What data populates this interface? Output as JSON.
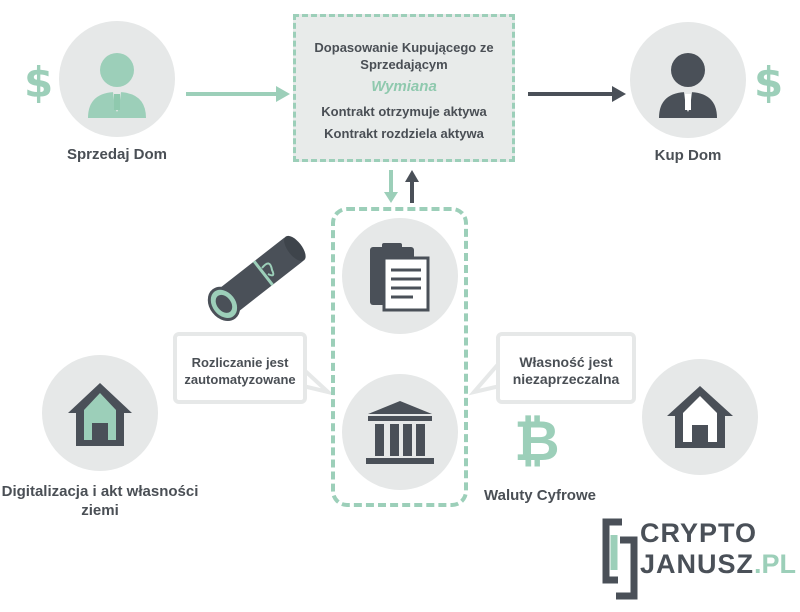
{
  "nodes": {
    "seller_label": "Sprzedaj Dom",
    "buyer_label": "Kup Dom",
    "land_label": "Digitalizacja i akt własności ziemi",
    "crypto_label": "Waluty Cyfrowe"
  },
  "exchange_box": {
    "line1": "Dopasowanie Kupującego ze Sprzedającym",
    "accent": "Wymiana",
    "line2": "Kontrakt otrzymuje aktywa",
    "line3": "Kontrakt rozdziela aktywa"
  },
  "bubbles": {
    "left": "Rozliczanie jest zautomatyzowane",
    "right": "Własność jest niezaprzeczalna"
  },
  "logo": {
    "line1": "CRYPTO",
    "line2_main": "JANUSZ",
    "line2_suffix": ".PL"
  },
  "icons": {
    "dollar": "$",
    "bitcoin": "₿"
  },
  "colors": {
    "accent_green": "#8fc9ae",
    "dark_gray": "#565c63",
    "light_gray": "#e6e8e8"
  }
}
